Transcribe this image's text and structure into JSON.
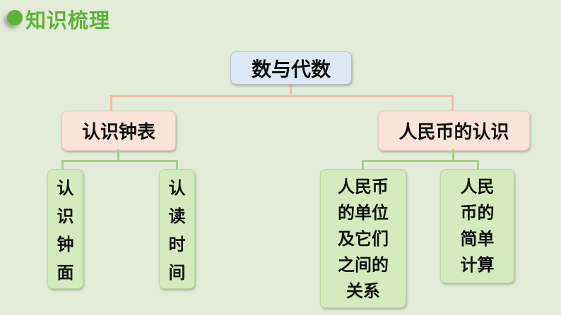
{
  "header": {
    "title": "知识梳理"
  },
  "root": "数与代数",
  "branches": [
    {
      "label": "认识钟表",
      "leaves": [
        "认\n识\n钟\n面",
        "认\n读\n时\n间"
      ]
    },
    {
      "label": "人民币的认识",
      "leaves": [
        "人民币\n的单位\n及它们\n之间的\n关系",
        "人民\n币的\n简单\n计算"
      ]
    }
  ],
  "colors": {
    "accent": "#5db33a",
    "background": "#e2ecd8"
  }
}
